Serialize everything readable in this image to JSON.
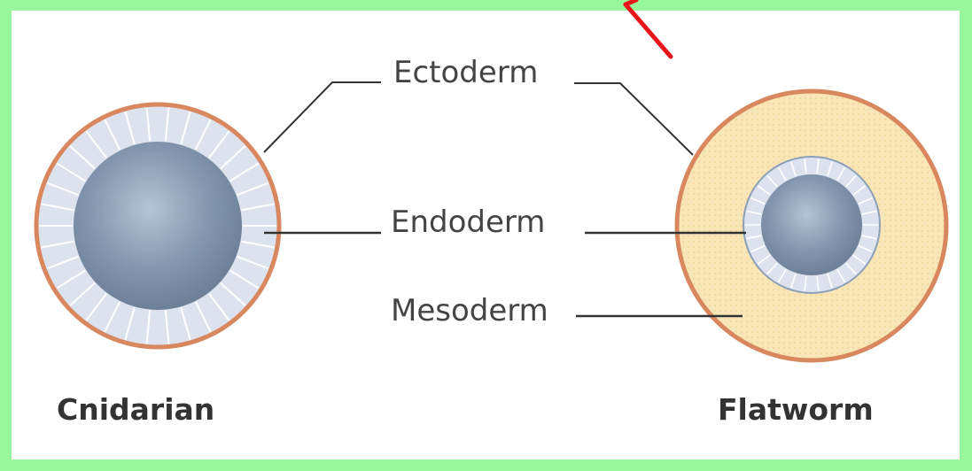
{
  "labels": {
    "ectoderm": "Ectoderm",
    "endoderm": "Endoderm",
    "mesoderm": "Mesoderm"
  },
  "organisms": {
    "cnidarian": "Cnidarian",
    "flatworm": "Flatworm"
  },
  "colors": {
    "background": "#98f79a",
    "ectoderm_outline": "#d8875f",
    "ectoderm_cells": "#dde3ee",
    "endoderm_core": "#8a9cb3",
    "mesoderm_fill": "#f7e3b0",
    "annotation_arrow": "#e8141a"
  }
}
